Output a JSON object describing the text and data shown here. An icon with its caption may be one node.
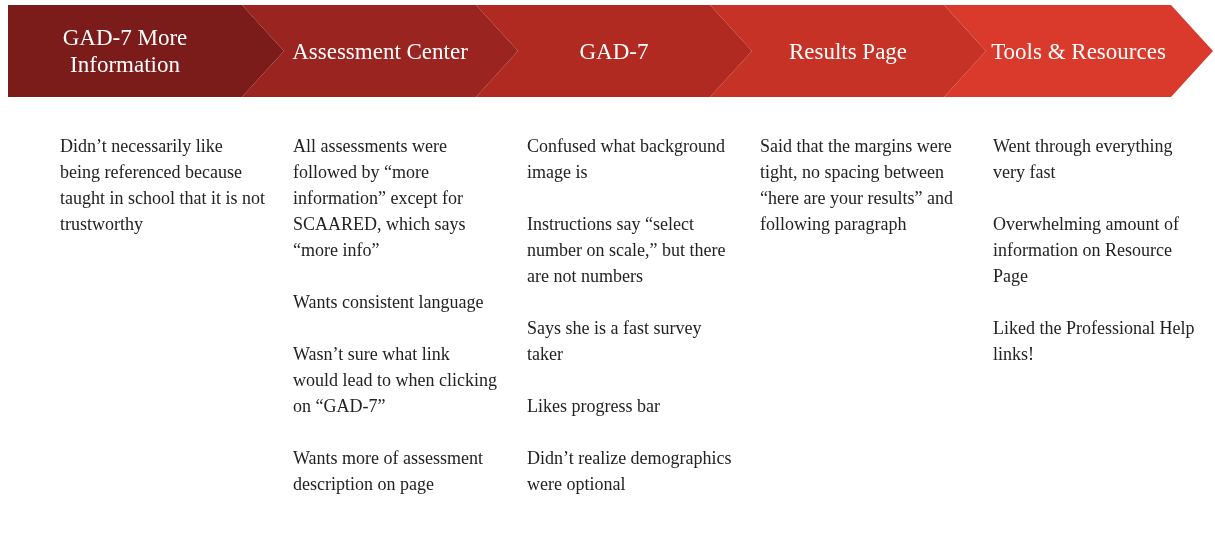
{
  "diagram": {
    "nodes": [
      {
        "text": [
          "GAD-7 More Information"
        ],
        "beside": [
          "Didn’t necessarily like being referenced because taught in school that it is not trustworthy"
        ]
      },
      {
        "text": [
          "Assessment Center"
        ],
        "beside": [
          "All assessments were followed by “more information” except for SCAARED, which says “more info”",
          "Wants consistent language",
          "Wasn’t sure what link would lead to when clicking on “GAD-7”",
          "Wants more of assessment description on page"
        ]
      },
      {
        "text": [
          "GAD-7"
        ],
        "beside": [
          "Confused what background image is",
          "Instructions say “select number on scale,” but there are not numbers",
          "Says she is a fast survey taker",
          "Likes progress bar",
          "Didn’t realize demographics were optional"
        ]
      },
      {
        "text": [
          "Results Page"
        ],
        "beside": [
          "Said that the margins were tight, no spacing between “here are your results” and following paragraph"
        ]
      },
      {
        "text": [
          "Tools & Resources"
        ],
        "beside": [
          "Went through everything very fast",
          "Overwhelming amount of information on Resource Page",
          "Liked the Professional Help links!"
        ]
      }
    ]
  }
}
